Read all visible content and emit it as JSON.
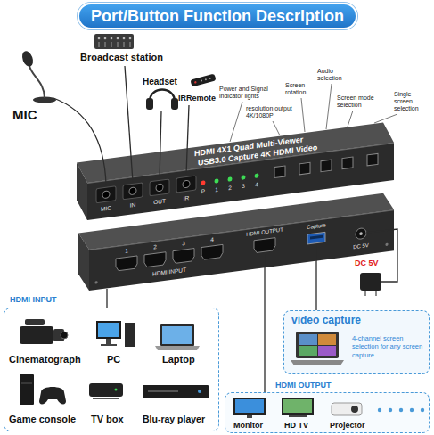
{
  "diagram": {
    "title": "Port/Button Function Description",
    "nodes": [
      {
        "text": [
          "HDMI INPUT"
        ]
      },
      {
        "text": [
          "video capture",
          "4-channel screen selection for any screen capture"
        ]
      },
      {
        "text": [
          "HDMI OUTPUT"
        ]
      }
    ],
    "labels": [
      "MIC",
      "Broadcast station",
      "Headset",
      "IRRemote",
      "Power and Signal indicator lights",
      "resolution output 4K/1080P",
      "Screen rotation",
      "Audio selection",
      "Screen mode selection",
      "Single screen selection",
      "HDMI 4X1 Quad Multi-Viewer",
      "USB3.0 Capture 4K HDMI Video",
      "MIC",
      "IN",
      "OUT",
      "IR",
      "P",
      "1",
      "2",
      "3",
      "4",
      "1",
      "2",
      "3",
      "4",
      "HDMI INPUT",
      "HDMI OUTPUT",
      "Capture",
      "DC 5V",
      "DC 5V",
      "Cinematograph",
      "PC",
      "Laptop",
      "Game console",
      "TV box",
      "Blu-ray player",
      "Monitor",
      "HD TV",
      "Projector"
    ]
  }
}
